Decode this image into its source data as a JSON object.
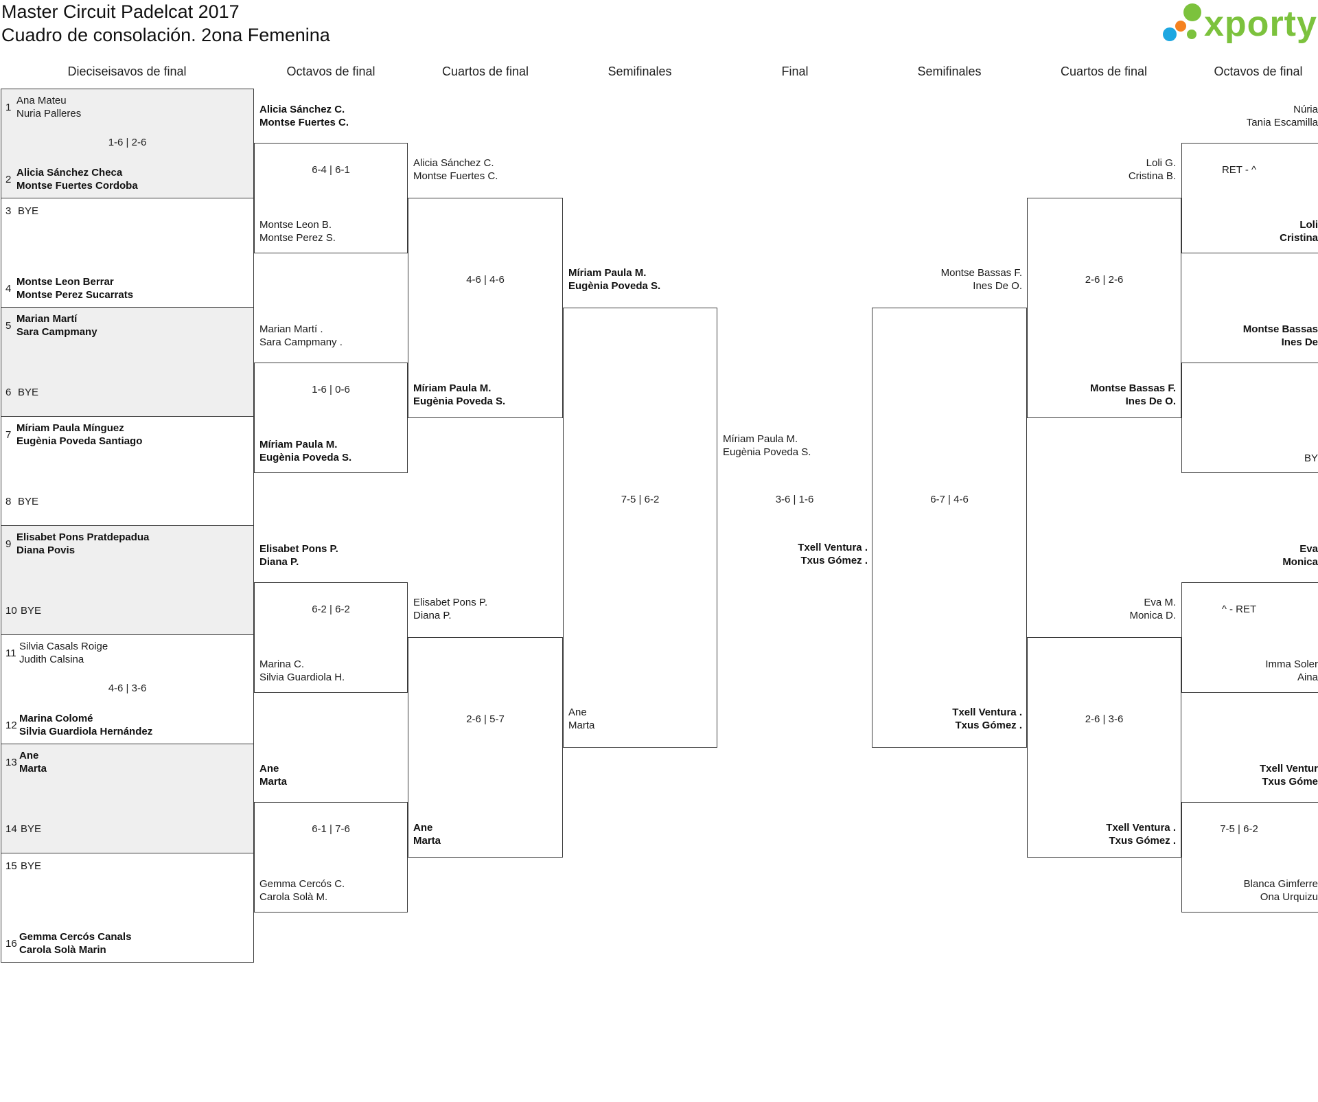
{
  "header": {
    "title": "Master Circuit Padelcat 2017",
    "subtitle": "Cuadro de consolación. 2ona Femenina",
    "logo_text": "xporty",
    "logo_colors": [
      "#7cc23d",
      "#f58220",
      "#1ea7e1"
    ]
  },
  "rounds": [
    "Dieciseisavos de final",
    "Octavos de final",
    "Cuartos de final",
    "Semifinales",
    "Final",
    "Semifinales",
    "Cuartos de final",
    "Octavos de final"
  ],
  "r32": {
    "seeds": [
      "1",
      "2",
      "3",
      "4",
      "5",
      "6",
      "7",
      "8",
      "9",
      "10",
      "11",
      "12",
      "13",
      "14",
      "15",
      "16"
    ],
    "teams": [
      [
        "Ana Mateu",
        "Nuria Palleres"
      ],
      [
        "Alicia Sánchez Checa",
        "Montse Fuertes Cordoba"
      ],
      [
        "BYE"
      ],
      [
        "Montse Leon Berrar",
        "Montse Perez Sucarrats"
      ],
      [
        "Marian Martí",
        "Sara Campmany"
      ],
      [
        "BYE"
      ],
      [
        "Míriam Paula Mínguez",
        "Eugènia Poveda Santiago"
      ],
      [
        "BYE"
      ],
      [
        "Elisabet Pons Pratdepadua",
        "Diana Povis"
      ],
      [
        "BYE"
      ],
      [
        "Silvia Casals Roige",
        "Judith Calsina"
      ],
      [
        "Marina Colomé",
        "Silvia Guardiola Hernández"
      ],
      [
        "Ane",
        "Marta"
      ],
      [
        "BYE"
      ],
      [
        "BYE"
      ],
      [
        "Gemma Cercós Canals",
        "Carola Solà Marin"
      ]
    ],
    "scores": [
      "1-6 | 2-6",
      "",
      "",
      "",
      "",
      "4-6 | 3-6",
      "",
      ""
    ]
  },
  "r16": {
    "teams": [
      [
        "Alicia Sánchez C.",
        "Montse Fuertes C."
      ],
      [
        "Montse Leon B.",
        "Montse Perez S."
      ],
      [
        "Marian Martí .",
        "Sara Campmany ."
      ],
      [
        "Míriam Paula M.",
        "Eugènia Poveda S."
      ],
      [
        "Elisabet Pons P.",
        "Diana P."
      ],
      [
        "Marina C.",
        "Silvia Guardiola H."
      ],
      [
        "Ane",
        "Marta"
      ],
      [
        "Gemma Cercós C.",
        "Carola Solà M."
      ]
    ],
    "scores": [
      "6-4 | 6-1",
      "1-6 | 0-6",
      "6-2 | 6-2",
      "6-1 | 7-6"
    ]
  },
  "qf": {
    "teams": [
      [
        "Alicia Sánchez C.",
        "Montse Fuertes C."
      ],
      [
        "Míriam Paula M.",
        "Eugènia Poveda S."
      ],
      [
        "Elisabet Pons P.",
        "Diana P."
      ],
      [
        "Ane",
        "Marta"
      ]
    ],
    "scores": [
      "4-6 | 4-6",
      "2-6 | 5-7"
    ]
  },
  "sf": {
    "teams": [
      [
        "Míriam Paula M.",
        "Eugènia Poveda S."
      ],
      [
        "Ane",
        "Marta"
      ]
    ],
    "score": "7-5 | 6-2"
  },
  "final": {
    "teams": [
      [
        "Míriam Paula M.",
        "Eugènia Poveda S."
      ],
      [
        "Txell Ventura .",
        "Txus Gómez ."
      ]
    ],
    "score": "3-6 | 1-6"
  },
  "right_sf": {
    "teams": [
      [
        "Montse Bassas F.",
        "Ines De O."
      ],
      [
        "Txell Ventura .",
        "Txus Gómez ."
      ]
    ],
    "score": "6-7 | 4-6"
  },
  "right_qf": {
    "teams": [
      [
        "Loli G.",
        "Cristina B."
      ],
      [
        "Montse Bassas F.",
        "Ines De O."
      ],
      [
        "Eva M.",
        "Monica D."
      ],
      [
        "Txell Ventura .",
        "Txus Gómez ."
      ]
    ],
    "scores": [
      "2-6 | 2-6",
      "2-6 | 3-6"
    ]
  },
  "right_r16": {
    "teams": [
      [
        "Núria",
        "Tania Escamilla"
      ],
      [
        "Loli",
        "Cristina"
      ],
      [
        "Montse Bassas",
        "Ines De"
      ],
      [
        "BY"
      ],
      [
        "Eva",
        "Monica"
      ],
      [
        "Imma Soler",
        "Aina"
      ],
      [
        "Txell Ventur",
        "Txus Góme"
      ],
      [
        "Blanca Gimferre",
        "Ona Urquizu"
      ]
    ],
    "scores": [
      "RET - ^",
      "",
      "^ - RET",
      "7-5 | 6-2"
    ]
  }
}
